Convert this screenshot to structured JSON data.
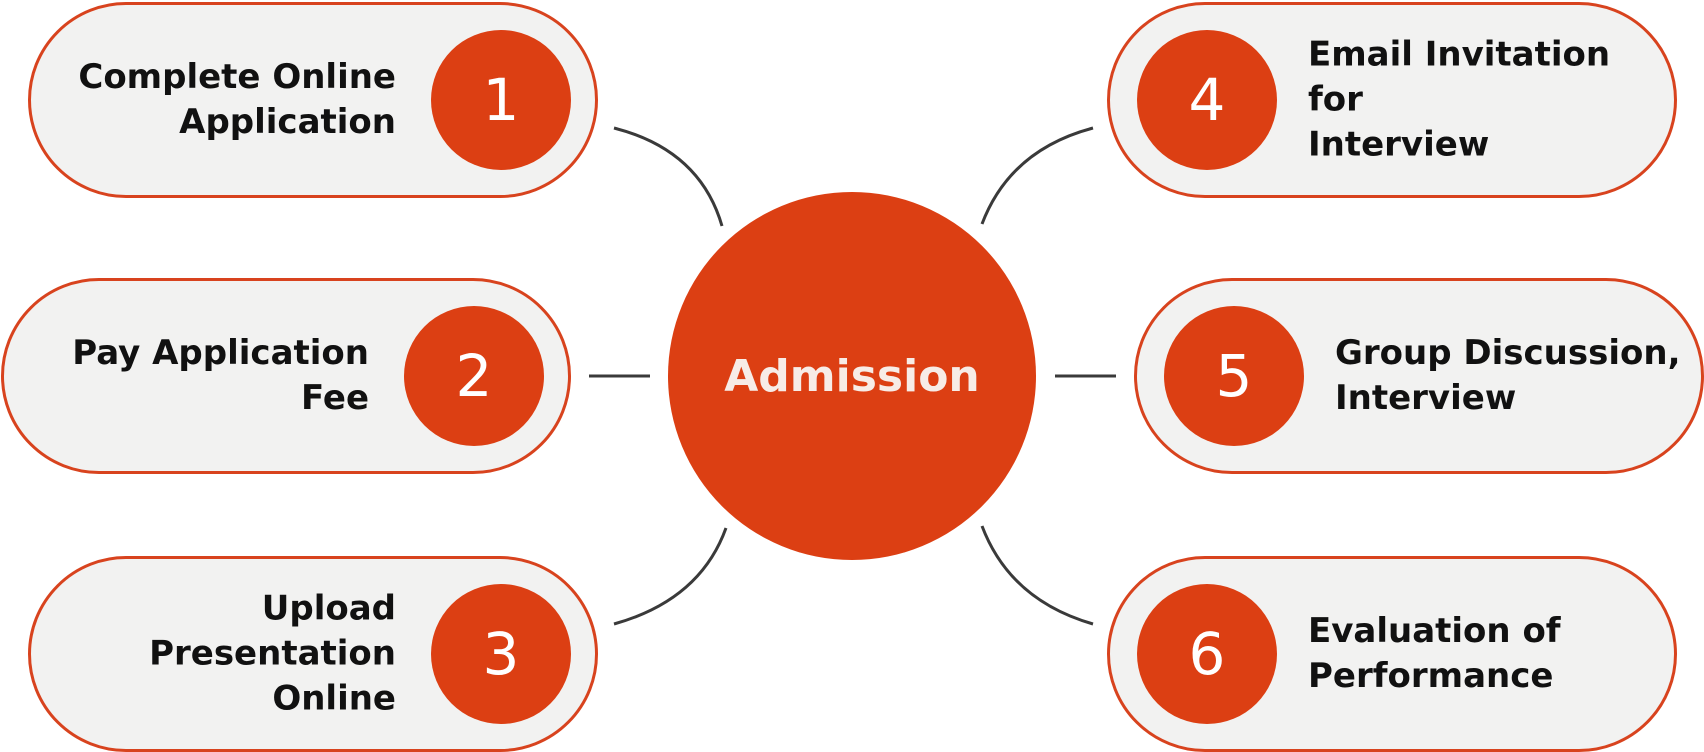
{
  "diagram": {
    "center_label": "Admission",
    "steps": [
      {
        "number": "1",
        "text": "Complete Online\nApplication"
      },
      {
        "number": "2",
        "text": "Pay Application\nFee"
      },
      {
        "number": "3",
        "text": "Upload\nPresentation\nOnline"
      },
      {
        "number": "4",
        "text": "Email Invitation for\nInterview"
      },
      {
        "number": "5",
        "text": "Group Discussion,\nInterview"
      },
      {
        "number": "6",
        "text": "Evaluation of\nPerformance"
      }
    ],
    "colors": {
      "accent": "#dc3f13",
      "pill_fill": "#f2f2f1",
      "pill_border": "#d8431e",
      "connector": "#3a3a3a",
      "text": "#111111",
      "number_text": "#ffffff"
    }
  }
}
